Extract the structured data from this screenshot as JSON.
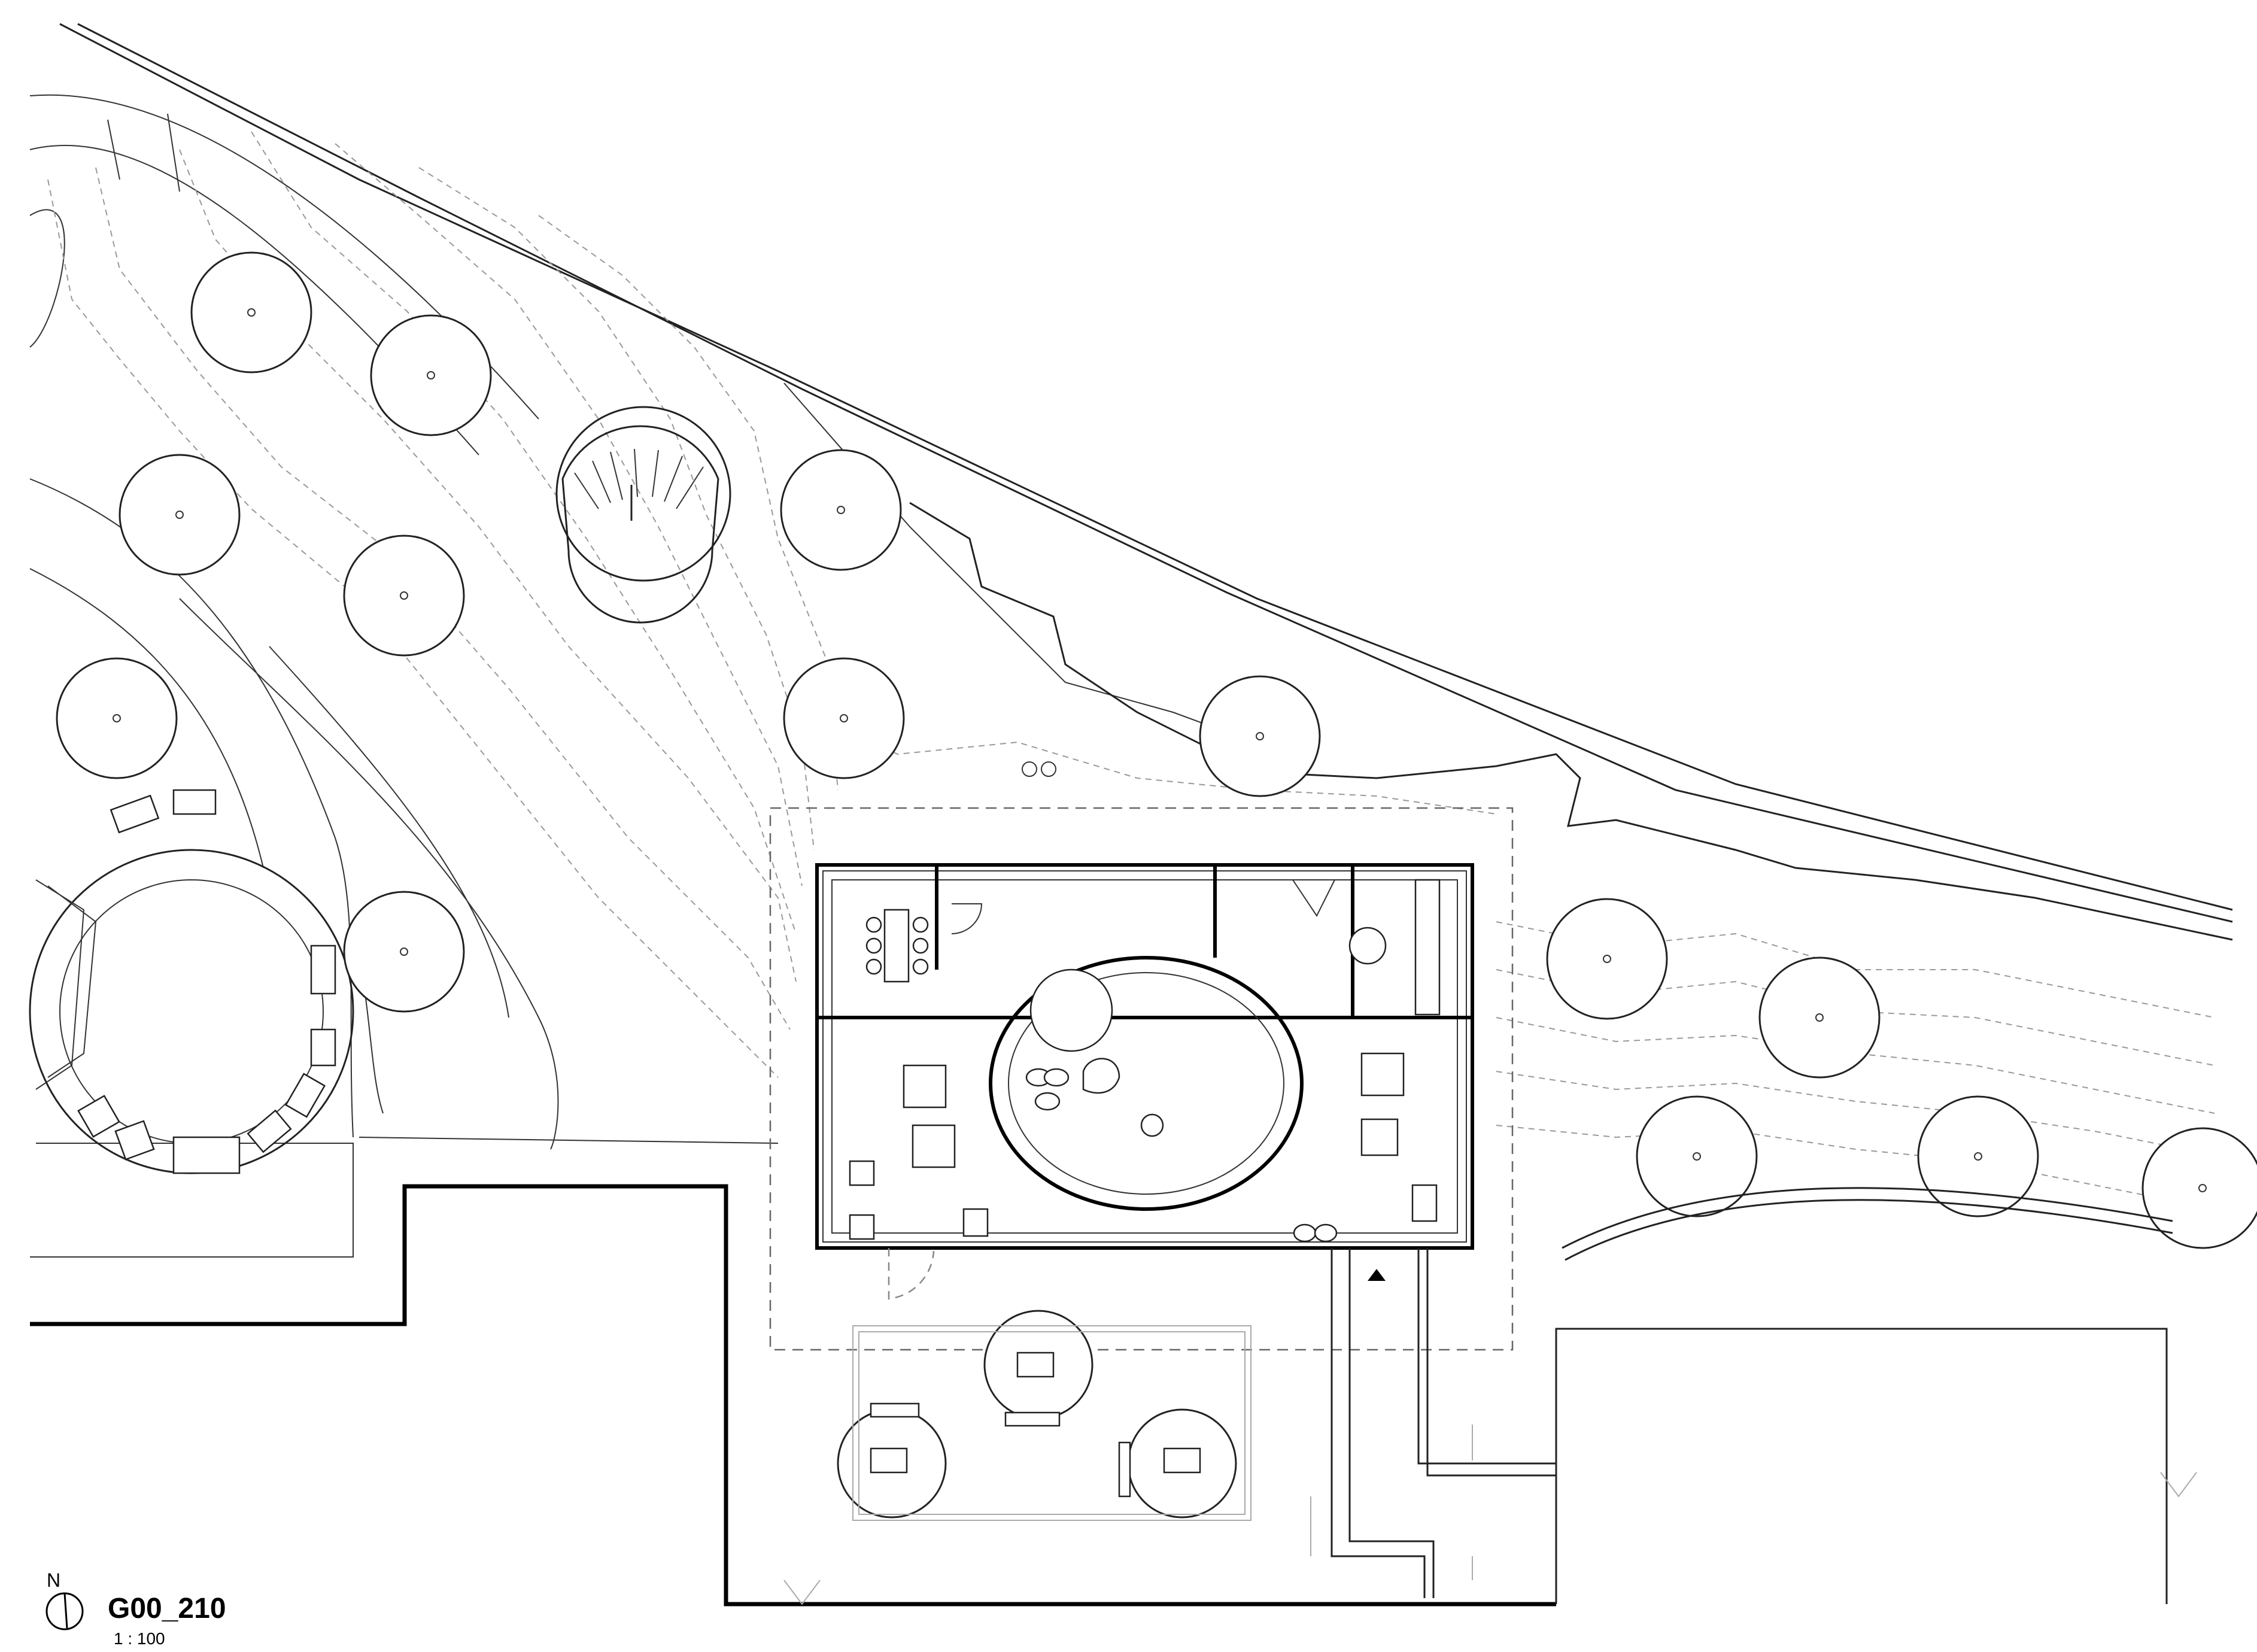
{
  "drawing": {
    "code": "G00_210",
    "scale": "1 : 100",
    "north_label": "N"
  },
  "icons": {
    "north_arrow": "north-arrow-icon",
    "entrance_marker": "entrance-triangle-icon"
  },
  "colors": {
    "lines": "#000000",
    "background": "#ffffff",
    "contours": "#999999"
  }
}
